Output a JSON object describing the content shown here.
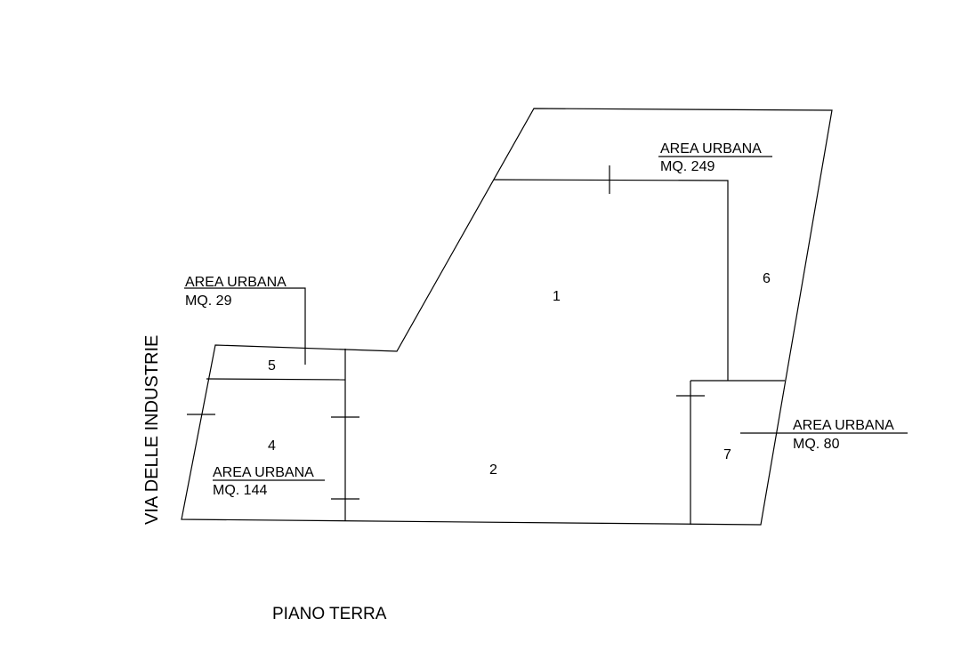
{
  "street_label": "VIA DELLE INDUSTRIE",
  "floor_label": "PIANO TERRA",
  "rooms": {
    "r1": "1",
    "r2": "2",
    "r4": "4",
    "r5": "5",
    "r6": "6",
    "r7": "7"
  },
  "areas": {
    "a249": {
      "title": "AREA URBANA",
      "size": "MQ. 249"
    },
    "a29": {
      "title": "AREA URBANA",
      "size": "MQ. 29"
    },
    "a144": {
      "title": "AREA URBANA",
      "size": "MQ. 144"
    },
    "a80": {
      "title": "AREA URBANA",
      "size": "MQ. 80"
    }
  }
}
